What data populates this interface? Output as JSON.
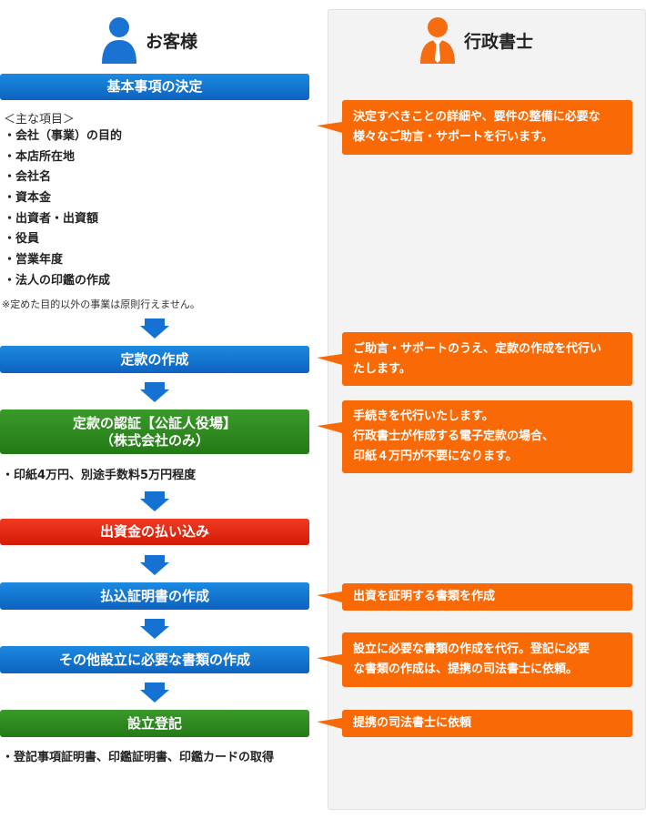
{
  "left_header": {
    "title": "お客様",
    "icon": "person-icon",
    "color": "#1a73d2"
  },
  "right_header": {
    "title": "行政書士",
    "icon": "person-tie-icon",
    "color": "#f66c10"
  },
  "steps": [
    {
      "label": "基本事項の決定"
    },
    {
      "label": "定款の作成"
    },
    {
      "label": "定款の認証【公証人役場】",
      "label2": "（株式会社のみ）"
    },
    {
      "label": "出資金の払い込み"
    },
    {
      "label": "払込証明書の作成"
    },
    {
      "label": "その他設立に必要な書類の作成"
    },
    {
      "label": "設立登記"
    }
  ],
  "items": {
    "heading": "＜主な項目＞",
    "list": [
      "会社（事業）の目的",
      "本店所在地",
      "会社名",
      "資本金",
      "出資者・出資額",
      "役員",
      "営業年度",
      "法人の印鑑の作成"
    ],
    "note": "※定めた目的以外の事業は原則行えません。"
  },
  "sub_notes": {
    "certification": "・印紙4万円、別途手数料5万円程度",
    "registration": "・登記事項証明書、印鑑証明書、印鑑カードの取得"
  },
  "bubbles": [
    {
      "lines": [
        "決定すべきことの詳細や、要件の整備に必要な",
        "様々なご助言・サポートを行います。"
      ]
    },
    {
      "lines": [
        "ご助言・サポートのうえ、定款の作成を代行い",
        "たします。"
      ]
    },
    {
      "lines": [
        "手続きを代行いたします。",
        "行政書士が作成する電子定款の場合、",
        "印紙４万円が不要になります。"
      ]
    },
    {
      "lines": [
        "出資を証明する書類を作成"
      ]
    },
    {
      "lines": [
        "設立に必要な書類の作成を代行。登記に必要",
        "な書類の作成は、提携の司法書士に依頼。"
      ]
    },
    {
      "lines": [
        "提携の司法書士に依頼"
      ]
    }
  ],
  "colors": {
    "blue": "#1476d4",
    "green": "#2e8a1f",
    "red": "#e52a12",
    "orange": "#f96a07",
    "panel": "#f3f3f3"
  }
}
